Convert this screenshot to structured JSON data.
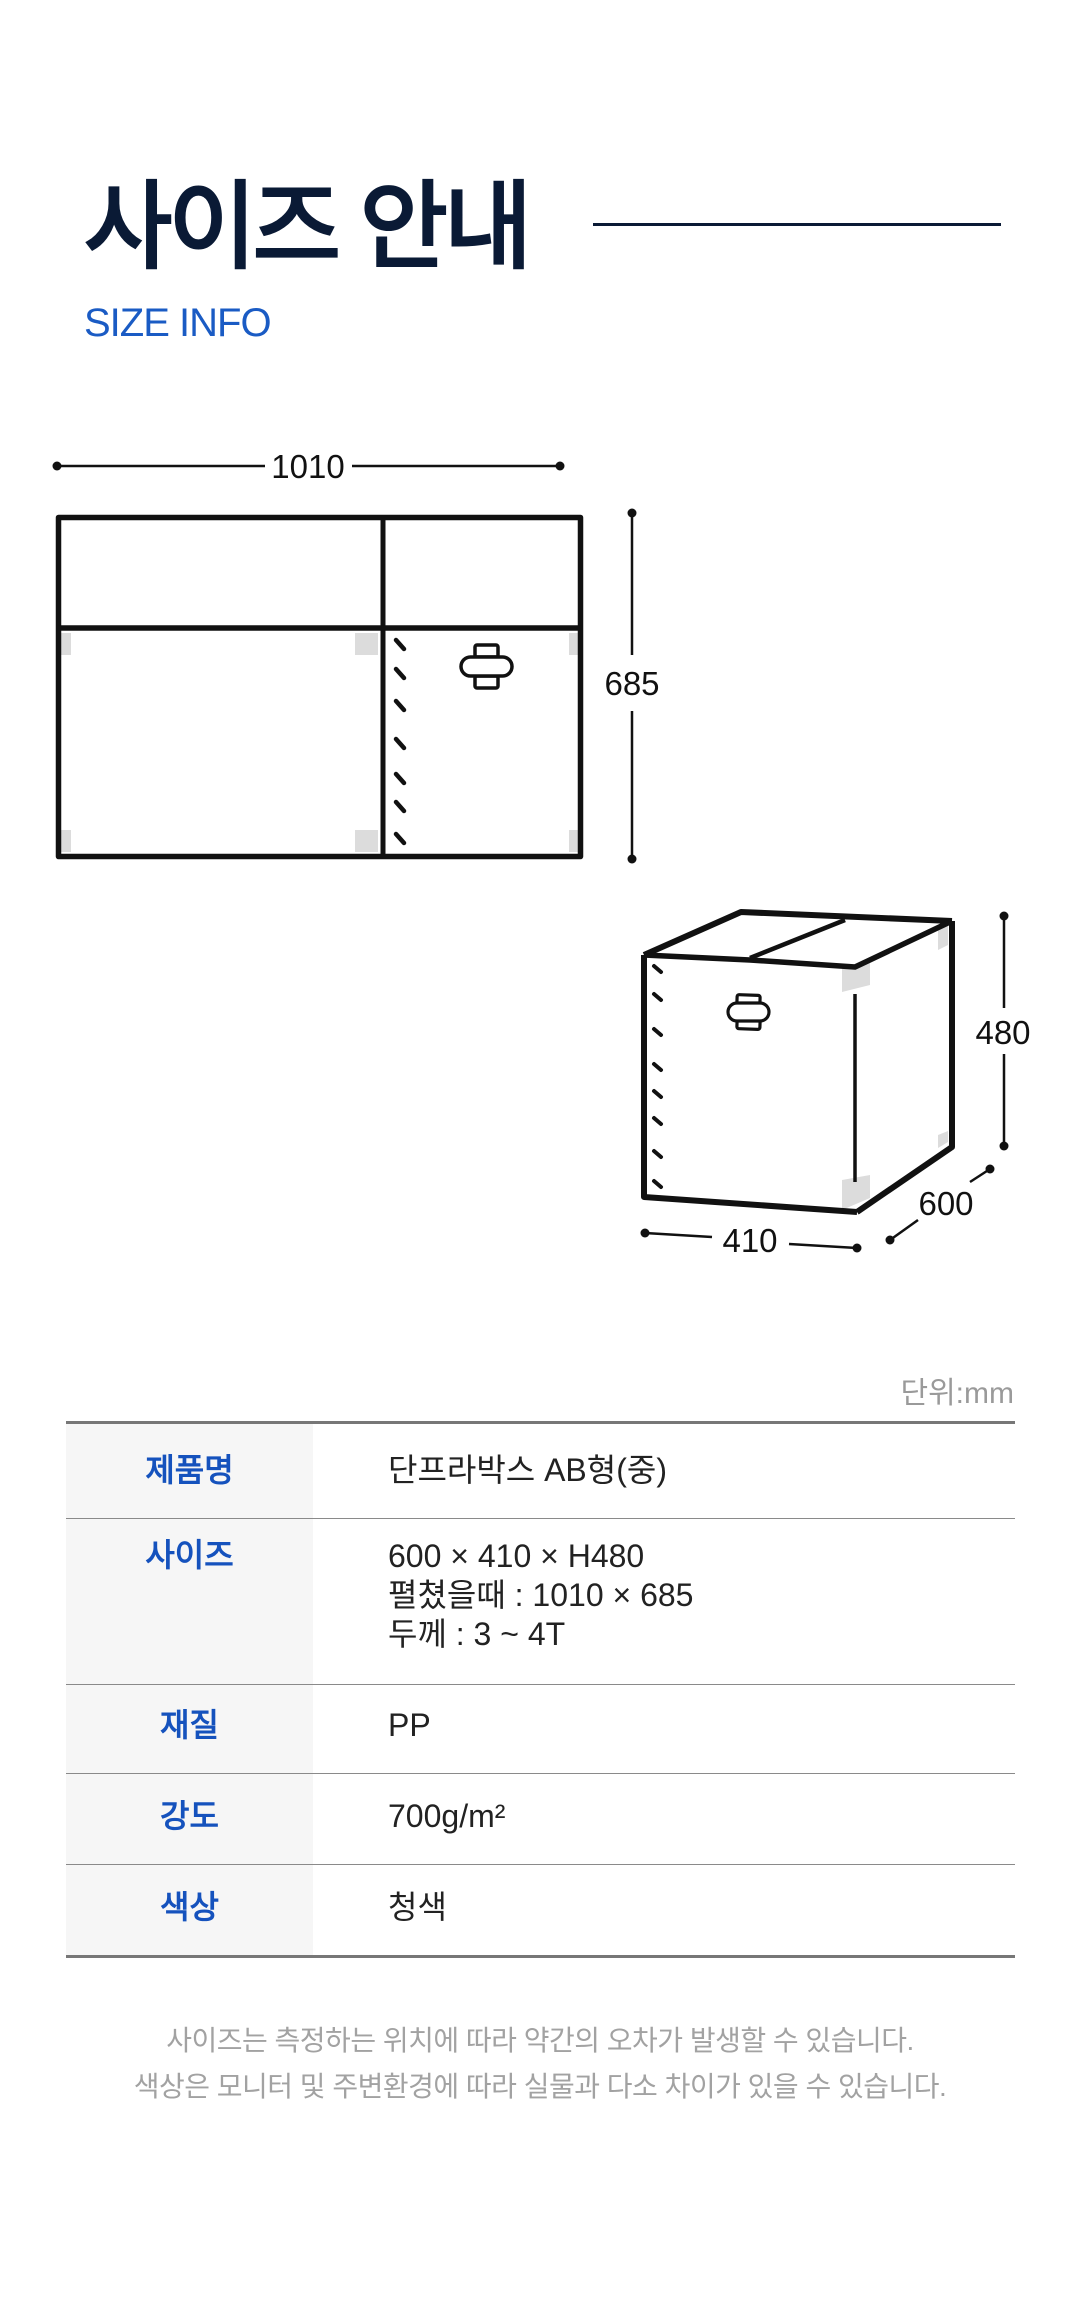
{
  "header": {
    "title": "사이즈 안내",
    "subtitle": "SIZE INFO"
  },
  "colors": {
    "title": "#0a1a35",
    "accent_blue": "#1a5bc4",
    "label_blue": "#1552bd",
    "label_bg": "#f6f6f6",
    "muted_text": "#a2a2a2",
    "outline": "#111111",
    "tape_gray": "#dcdcdc"
  },
  "diagrams": {
    "flat": {
      "icon": "unfolded-box-diagram",
      "width_label": "1010",
      "height_label": "685"
    },
    "assembled": {
      "icon": "assembled-box-diagram",
      "height_label": "480",
      "depth_label": "600",
      "width_label": "410"
    }
  },
  "unit_label": "단위:mm",
  "spec_table": {
    "rows": [
      {
        "label": "제품명",
        "values": [
          "단프라박스 AB형(중)"
        ]
      },
      {
        "label": "사이즈",
        "values": [
          "600 × 410 × H480",
          "펼쳤을때 : 1010 × 685",
          "두께 : 3 ~ 4T"
        ]
      },
      {
        "label": "재질",
        "values": [
          "PP"
        ]
      },
      {
        "label": "강도",
        "values": [
          "700g/m²"
        ]
      },
      {
        "label": "색상",
        "values": [
          "청색"
        ]
      }
    ]
  },
  "notes": [
    "사이즈는 측정하는 위치에 따라 약간의 오차가 발생할 수 있습니다.",
    "색상은 모니터 및 주변환경에 따라 실물과 다소 차이가 있을 수 있습니다."
  ]
}
